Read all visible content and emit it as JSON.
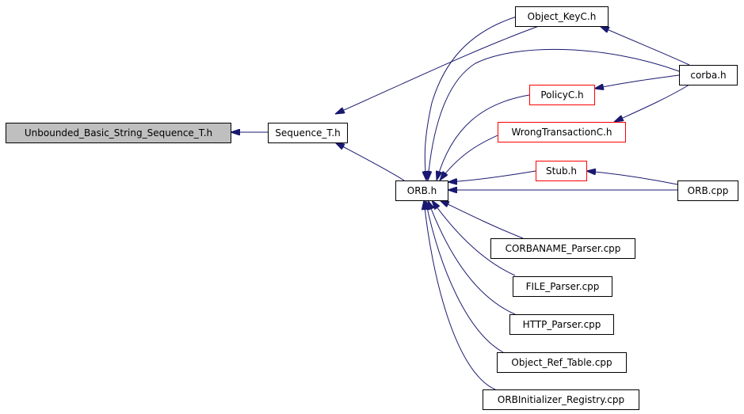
{
  "diagram": {
    "type": "include-dependency-graph",
    "colors": {
      "edge": "#191970",
      "node_border": "#000000",
      "incomplete_node_border": "#ff0000",
      "focus_node_fill": "#bfbfbf",
      "node_fill": "#ffffff"
    },
    "nodes": [
      {
        "id": "unbounded",
        "label": "Unbounded_Basic_String_Sequence_T.h",
        "focus": true
      },
      {
        "id": "sequence_t",
        "label": "Sequence_T.h"
      },
      {
        "id": "object_keyc",
        "label": "Object_KeyC.h"
      },
      {
        "id": "corba",
        "label": "corba.h"
      },
      {
        "id": "policyc",
        "label": "PolicyC.h",
        "incomplete": true
      },
      {
        "id": "wrongtransactionc",
        "label": "WrongTransactionC.h",
        "incomplete": true
      },
      {
        "id": "orb_h",
        "label": "ORB.h"
      },
      {
        "id": "stub",
        "label": "Stub.h",
        "incomplete": true
      },
      {
        "id": "orb_cpp",
        "label": "ORB.cpp"
      },
      {
        "id": "corbaname_parser",
        "label": "CORBANAME_Parser.cpp"
      },
      {
        "id": "file_parser",
        "label": "FILE_Parser.cpp"
      },
      {
        "id": "http_parser",
        "label": "HTTP_Parser.cpp"
      },
      {
        "id": "object_ref_table",
        "label": "Object_Ref_Table.cpp"
      },
      {
        "id": "orbinitializer_registry",
        "label": "ORBInitializer_Registry.cpp"
      }
    ],
    "edges": [
      {
        "from": "sequence_t",
        "to": "unbounded"
      },
      {
        "from": "object_keyc",
        "to": "sequence_t"
      },
      {
        "from": "orb_h",
        "to": "sequence_t"
      },
      {
        "from": "corba",
        "to": "object_keyc"
      },
      {
        "from": "corba",
        "to": "policyc"
      },
      {
        "from": "corba",
        "to": "wrongtransactionc"
      },
      {
        "from": "object_keyc",
        "to": "orb_h"
      },
      {
        "from": "corba",
        "to": "orb_h"
      },
      {
        "from": "policyc",
        "to": "orb_h"
      },
      {
        "from": "wrongtransactionc",
        "to": "orb_h"
      },
      {
        "from": "stub",
        "to": "orb_h"
      },
      {
        "from": "orb_cpp",
        "to": "orb_h"
      },
      {
        "from": "orb_cpp",
        "to": "stub"
      },
      {
        "from": "corbaname_parser",
        "to": "orb_h"
      },
      {
        "from": "file_parser",
        "to": "orb_h"
      },
      {
        "from": "http_parser",
        "to": "orb_h"
      },
      {
        "from": "object_ref_table",
        "to": "orb_h"
      },
      {
        "from": "orbinitializer_registry",
        "to": "orb_h"
      }
    ]
  }
}
